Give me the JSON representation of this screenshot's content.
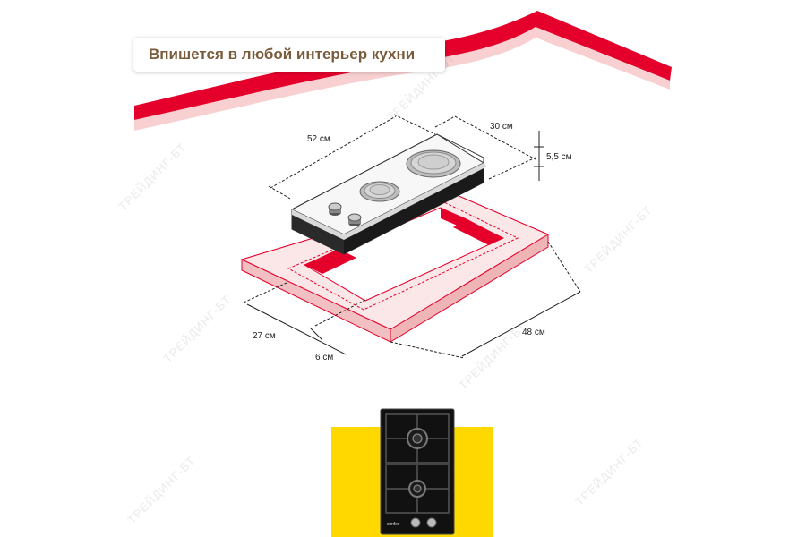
{
  "title": "Впишется в любой интерьер кухни",
  "dimensions": {
    "width_top": "52 см",
    "depth_top": "30 см",
    "height": "5,5 см",
    "cutout_depth": "27 см",
    "cutout_width": "48 см",
    "gap": "6 см"
  },
  "watermark": "ТРЕЙДИНГ-БТ",
  "product_brand": "simfer",
  "colors": {
    "accent_red": "#e4002b",
    "frame_pink": "#f4c6c8",
    "yellow": "#ffd800",
    "hob_black": "#111111",
    "title_text": "#7a5c3c"
  },
  "icons": [
    "hob-illustration",
    "hob-photo",
    "knob-icon",
    "burner-icon"
  ]
}
